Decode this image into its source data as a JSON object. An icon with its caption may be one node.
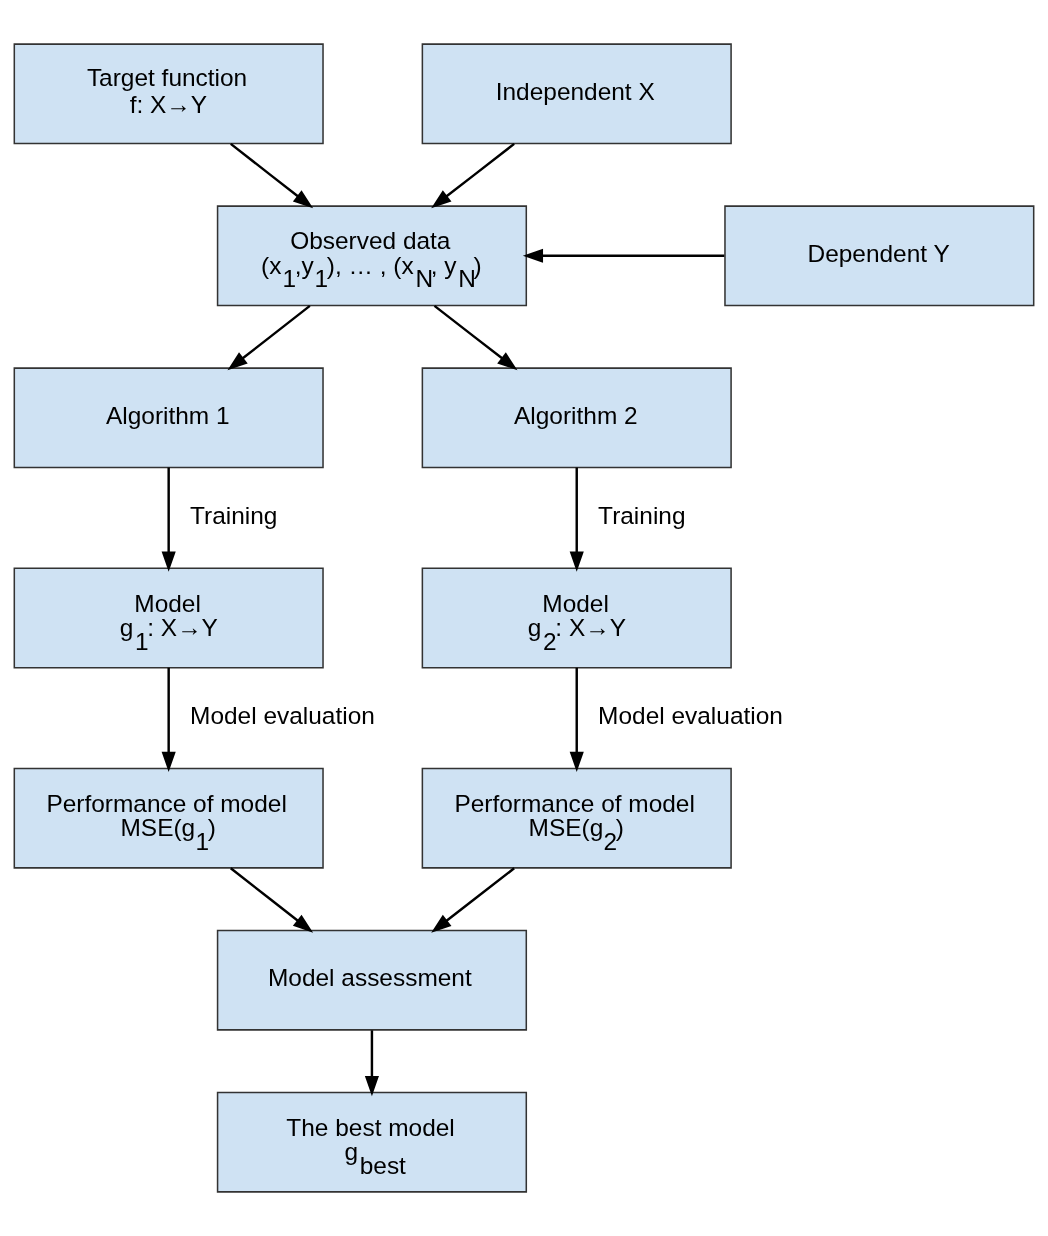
{
  "diagram": {
    "nodes": [
      {
        "text": [
          "Target function",
          "f: X→Y"
        ]
      },
      {
        "text": [
          "Independent X"
        ]
      },
      {
        "text": [
          "Observed data",
          "(x$_{1}$,y$_{1}$), … , (x$_{N}$, y$_{N}$)"
        ]
      },
      {
        "text": [
          "Dependent Y"
        ]
      },
      {
        "text": [
          "Algorithm 1"
        ]
      },
      {
        "text": [
          "Algorithm 2"
        ]
      },
      {
        "text": [
          "Model",
          "g$_{1}$: X→Y"
        ]
      },
      {
        "text": [
          "Model",
          "g$_{2}$: X→Y"
        ]
      },
      {
        "text": [
          "Performance of model",
          "MSE(g$_{1}$)"
        ]
      },
      {
        "text": [
          "Performance of model",
          "MSE(g$_{2}$)"
        ]
      },
      {
        "text": [
          "Model assessment"
        ]
      },
      {
        "text": [
          "The best model",
          "g$_{best}$"
        ]
      }
    ],
    "edges": [
      {
        "from": 0,
        "to": 2,
        "arrow": "to"
      },
      {
        "from": 1,
        "to": 2,
        "arrow": "to"
      },
      {
        "from": 3,
        "to": 2,
        "arrow": "to"
      },
      {
        "from": 2,
        "to": 4,
        "arrow": "to"
      },
      {
        "from": 2,
        "to": 5,
        "arrow": "to"
      },
      {
        "from": 4,
        "to": 6,
        "arrow": "to",
        "label": "Training"
      },
      {
        "from": 5,
        "to": 7,
        "arrow": "to",
        "label": "Training"
      },
      {
        "from": 6,
        "to": 8,
        "arrow": "to",
        "label": "Model evaluation"
      },
      {
        "from": 7,
        "to": 9,
        "arrow": "to",
        "label": "Model evaluation"
      },
      {
        "from": 8,
        "to": 10,
        "arrow": "to"
      },
      {
        "from": 9,
        "to": 10,
        "arrow": "to"
      },
      {
        "from": 10,
        "to": 11,
        "arrow": "to"
      }
    ]
  }
}
